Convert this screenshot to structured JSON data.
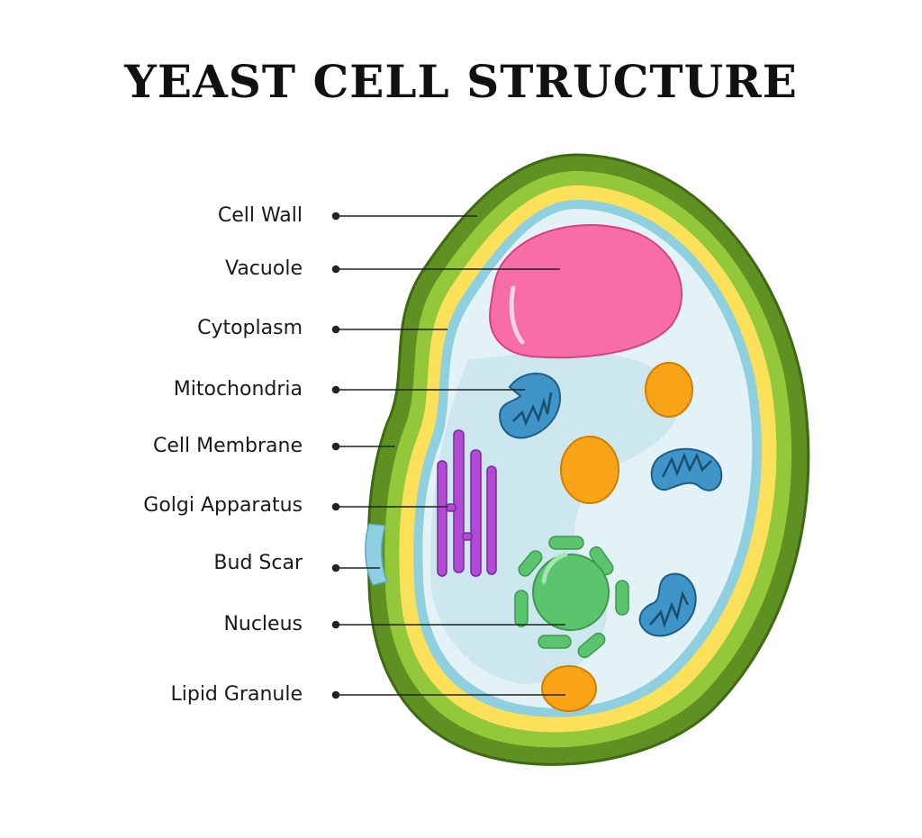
{
  "title": "YEAST CELL STRUCTURE",
  "labels": [
    {
      "id": "cell-wall",
      "text": "Cell Wall"
    },
    {
      "id": "vacuole",
      "text": "Vacuole"
    },
    {
      "id": "cytoplasm",
      "text": "Cytoplasm"
    },
    {
      "id": "mitochondria",
      "text": "Mitochondria"
    },
    {
      "id": "cell-membrane",
      "text": "Cell Membrane"
    },
    {
      "id": "golgi-apparatus",
      "text": "Golgi Apparatus"
    },
    {
      "id": "bud-scar",
      "text": "Bud Scar"
    },
    {
      "id": "nucleus",
      "text": "Nucleus"
    },
    {
      "id": "lipid-granule",
      "text": "Lipid Granule"
    }
  ],
  "colors": {
    "cell_wall": "#5e9121",
    "wall_inner": "#93c83a",
    "yellow_layer": "#fbe05a",
    "membrane": "#8fd0e0",
    "cytoplasm": "#e2f2f6",
    "cytoplasm_dark": "#cce7ee",
    "vacuole": "#f76da5",
    "mitochondria": "#3f94c8",
    "golgi": "#b14ad4",
    "nucleus": "#5cc46e",
    "lipid": "#f8a416"
  }
}
